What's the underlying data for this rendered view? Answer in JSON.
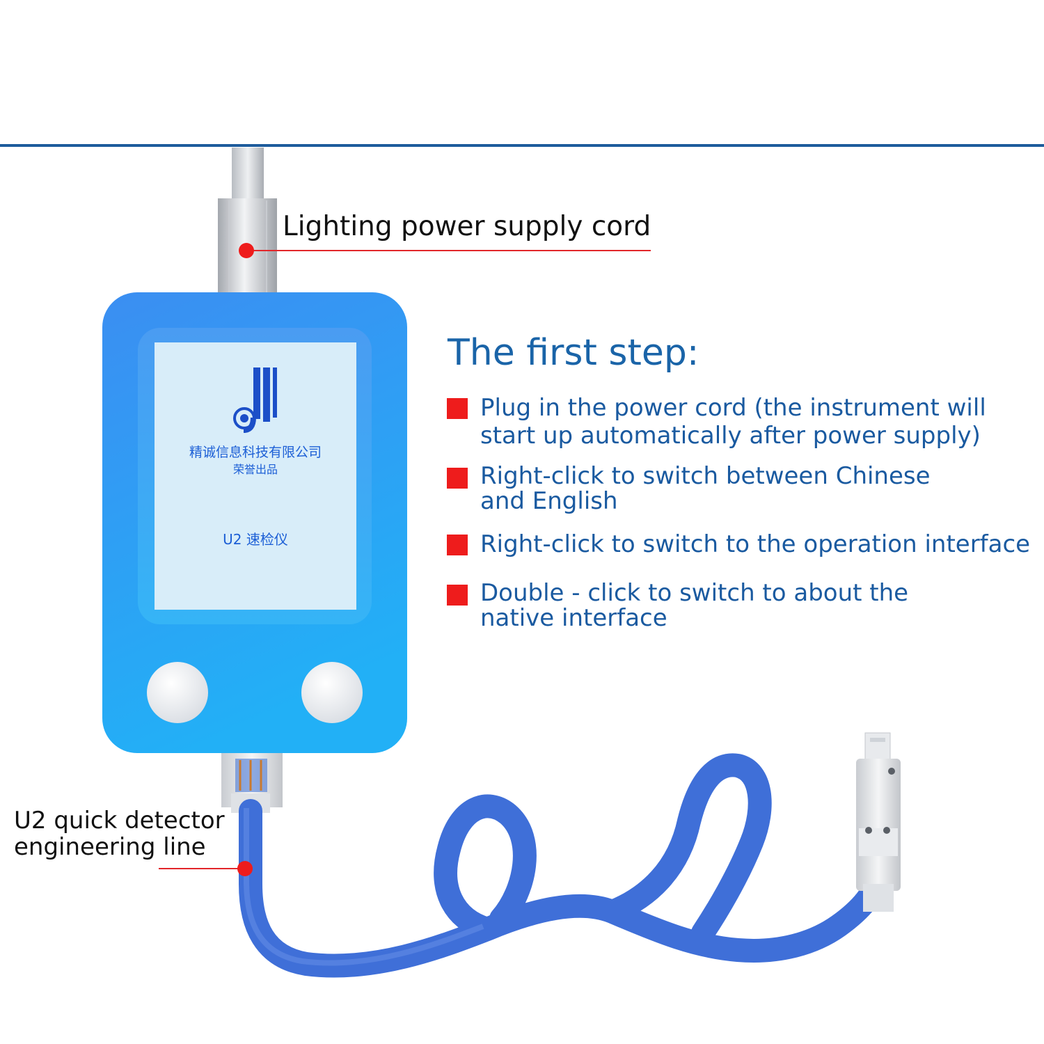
{
  "callouts": {
    "power_cord": "Lighting power supply cord",
    "engineering_line": [
      "U2 quick detector",
      "engineering line"
    ]
  },
  "instructions": {
    "title": "The first step:",
    "steps": [
      {
        "lines": [
          "Plug in the power cord (the instrument will",
          "start up automatically after power supply)"
        ]
      },
      {
        "lines": [
          "Right-click to switch between Chinese",
          "and English"
        ]
      },
      {
        "lines": [
          "Right-click to switch to the operation interface"
        ]
      },
      {
        "lines": [
          "Double - click to switch to about the",
          "native interface"
        ]
      }
    ]
  },
  "device_screen": {
    "company": "精诚信息科技有限公司",
    "subtitle": "荣誉出品",
    "model": "U2 速检仪"
  },
  "icons": {
    "callout_dot": "red-dot-icon",
    "bullet": "red-square-icon",
    "logo": "jc-logo-icon"
  },
  "colors": {
    "rule": "#1e5c9c",
    "heading": "#1a64a8",
    "step_text": "#1a5aa0",
    "bullet": "#ee1c1c",
    "device_blue": "#2a8ef0",
    "cable_blue": "#3f6fd8",
    "screen_text": "#1c5fd6"
  }
}
